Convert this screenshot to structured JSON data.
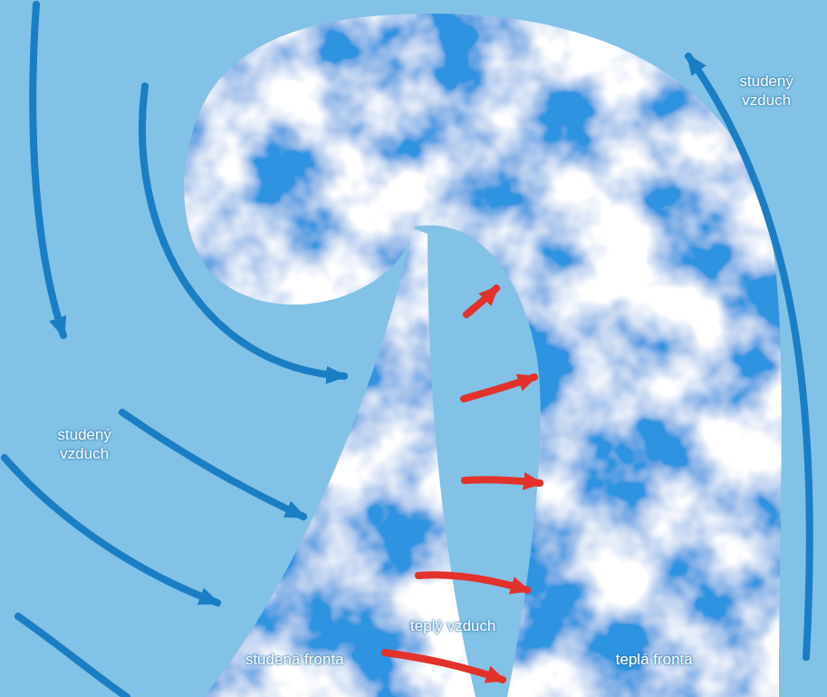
{
  "diagram": {
    "labels": [
      "studený vzduch",
      "studený vzduch",
      "teplý vzduch",
      "studená fronta",
      "teplá fronta"
    ]
  }
}
